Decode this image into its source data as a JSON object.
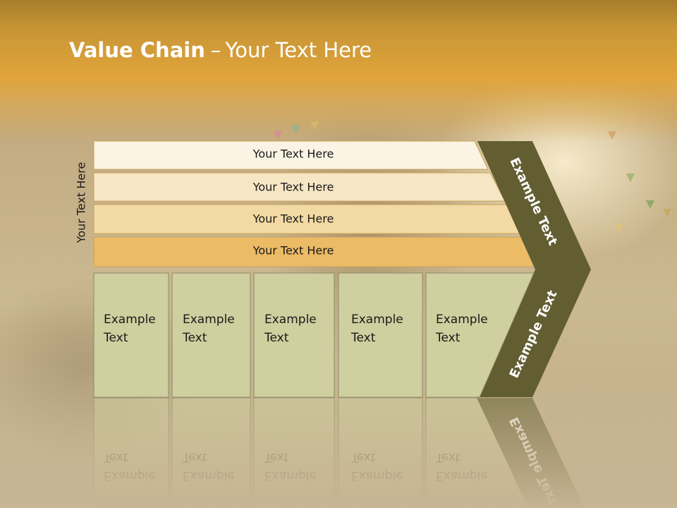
{
  "title": {
    "bold": "Value Chain",
    "dash": "–",
    "rest": "Your Text Here"
  },
  "side_label": "Your Text Here",
  "bars": [
    {
      "label": "Your Text Here",
      "color": "#fbf3e3"
    },
    {
      "label": "Your Text Here",
      "color": "#f7e6c4"
    },
    {
      "label": "Your Text Here",
      "color": "#f3d9a3"
    },
    {
      "label": "Your Text Here",
      "color": "#ebbb65"
    }
  ],
  "boxes": [
    {
      "line1": "Example",
      "line2": "Text"
    },
    {
      "line1": "Example",
      "line2": "Text"
    },
    {
      "line1": "Example",
      "line2": "Text"
    },
    {
      "line1": "Example",
      "line2": "Text"
    },
    {
      "line1": "Example",
      "line2": "Text"
    }
  ],
  "arrow": {
    "upper_label": "Example Text",
    "lower_label": "Example Text",
    "color": "#625e32"
  },
  "colors": {
    "box_fill": "#cfcf9f",
    "box_border": "#8b8a6a",
    "bar_border": "#c9a35a",
    "title_band": "#e1a43b"
  }
}
